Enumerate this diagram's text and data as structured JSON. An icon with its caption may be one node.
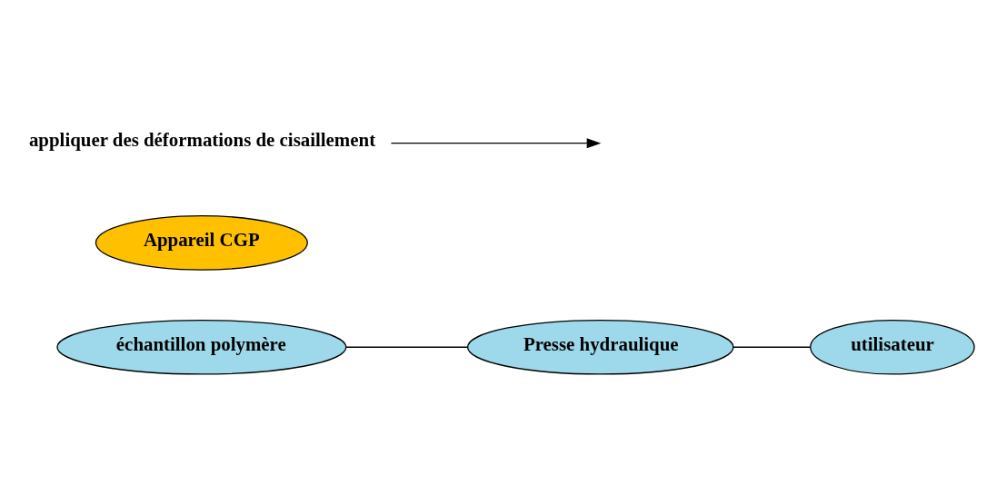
{
  "diagram": {
    "nodes": [
      {
        "text": [
          "échantillon polymère"
        ]
      },
      {
        "text": [
          "Presse hydraulique"
        ]
      },
      {
        "text": [
          "Appareil CGP"
        ]
      },
      {
        "text": [
          "utilisateur"
        ]
      },
      {
        "text": [
          "appliquer des déformations de cisaillement"
        ]
      }
    ],
    "edges": [
      {
        "from": 0,
        "to": 1,
        "arrow": "none"
      },
      {
        "from": 1,
        "to": 3,
        "arrow": "none"
      },
      {
        "from": 4,
        "to": null,
        "arrow": "to"
      }
    ]
  }
}
